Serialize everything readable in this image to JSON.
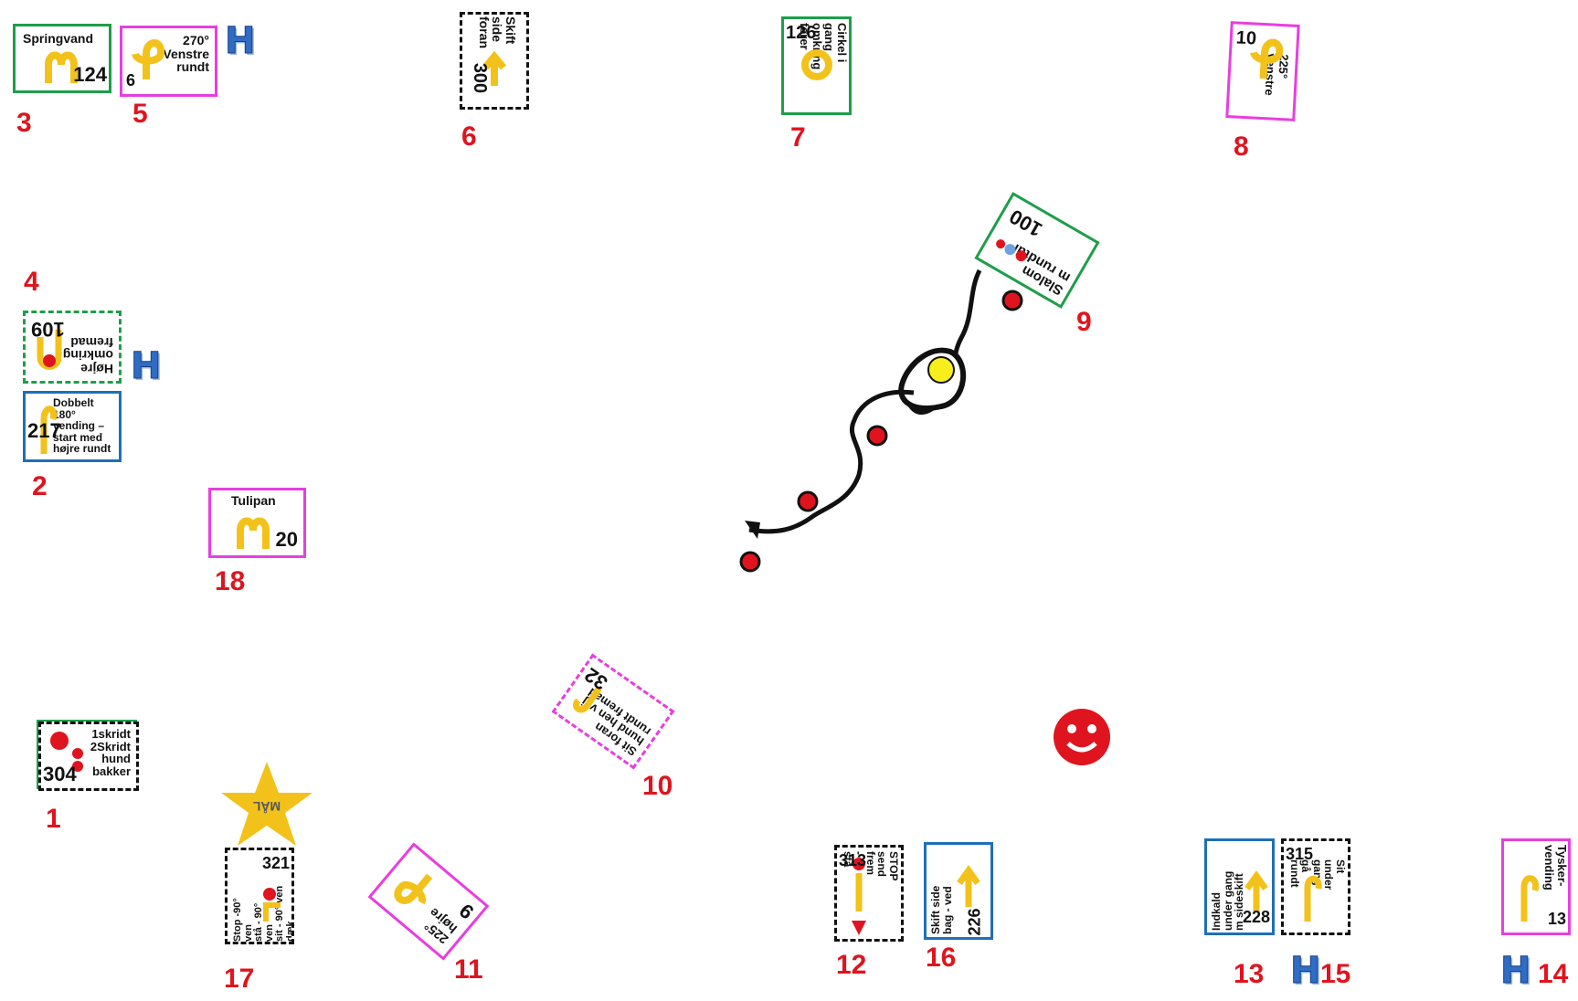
{
  "signs": [
    {
      "id": "springvand",
      "text": "Springvand",
      "number": "124",
      "icon": "fountain-arrows-icon"
    },
    {
      "id": "270-venstre",
      "text": "270°\nVenstre\nrundt",
      "number": "6",
      "icon": "loop-left-arrow-icon"
    },
    {
      "id": "skift-side-foran",
      "text": "Skift side\nforan",
      "number": "300",
      "icon": "side-change-arrow-icon"
    },
    {
      "id": "cirkel-gang",
      "text": "Cirkel i gang\nomkring\nfører",
      "number": "126",
      "icon": "circle-arrow-icon"
    },
    {
      "id": "225-venstre",
      "text": "225°\nvenstre",
      "number": "10",
      "icon": "loop-arrow-icon"
    },
    {
      "id": "slalom",
      "text": "Slalom\nm rundtur",
      "number": "100",
      "icon": "slalom-cones-icon"
    },
    {
      "id": "hojre-omkring",
      "text": "Højre\nomkring\nfremad",
      "number": "109",
      "icon": "u-turn-arrow-icon"
    },
    {
      "id": "dobbelt-180",
      "text": "Dobbelt 180°\nvending –\nstart med\nhøjre rundt",
      "number": "217",
      "icon": "double-turn-arrow-icon"
    },
    {
      "id": "tulipan",
      "text": "Tulipan",
      "number": "20",
      "icon": "tulip-arrows-icon"
    },
    {
      "id": "sit-foran",
      "text": "Sit foran\nhund hen vej\nrundt fremad",
      "number": "32",
      "icon": "sit-arrow-icon"
    },
    {
      "id": "1skridt",
      "text": "1skridt\n2Skridt\nhund\nbakker",
      "number": "304",
      "icon": "stop-dots-icon"
    },
    {
      "id": "stop-90",
      "text": "Stop -90° ven\nstå - 90° ven\nsit - 90° ven\ndæk",
      "number": "321",
      "icon": "stop-turn-icon"
    },
    {
      "id": "225-hojre",
      "text": "225°\nhøjre",
      "number": "9",
      "icon": "loop-arrow-icon"
    },
    {
      "id": "stop-send-frem",
      "text": "STOP\nsend frem -\nstå",
      "number": "313",
      "icon": "stop-send-icon"
    },
    {
      "id": "skift-side-bag",
      "text": "Skift side\nbag - ved",
      "number": "226",
      "icon": "side-change-back-icon"
    },
    {
      "id": "indkald",
      "text": "Indkald\nunder gang\nm sideskift",
      "number": "228",
      "icon": "recall-arrow-icon"
    },
    {
      "id": "sit-under-gang",
      "text": "Sit under\ngang\ngå rundt",
      "number": "315",
      "icon": "sit-walk-icon"
    },
    {
      "id": "tysker-vending",
      "text": "Tysker-\nvending",
      "number": "13",
      "icon": "german-turn-icon"
    }
  ],
  "labels": [
    "3",
    "5",
    "6",
    "7",
    "8",
    "4",
    "9",
    "2",
    "18",
    "10",
    "1",
    "17",
    "11",
    "12",
    "16",
    "13",
    "15",
    "14"
  ],
  "handler_marks": [
    "H",
    "H",
    "H",
    "H"
  ],
  "finish_sign": {
    "text": "MÅL",
    "icon": "star-icon"
  },
  "smiley": {
    "icon": "smiley-face-icon",
    "color": "#e0141e"
  },
  "cone_color": "#e0141e",
  "arrow_color": "#f3c21a"
}
